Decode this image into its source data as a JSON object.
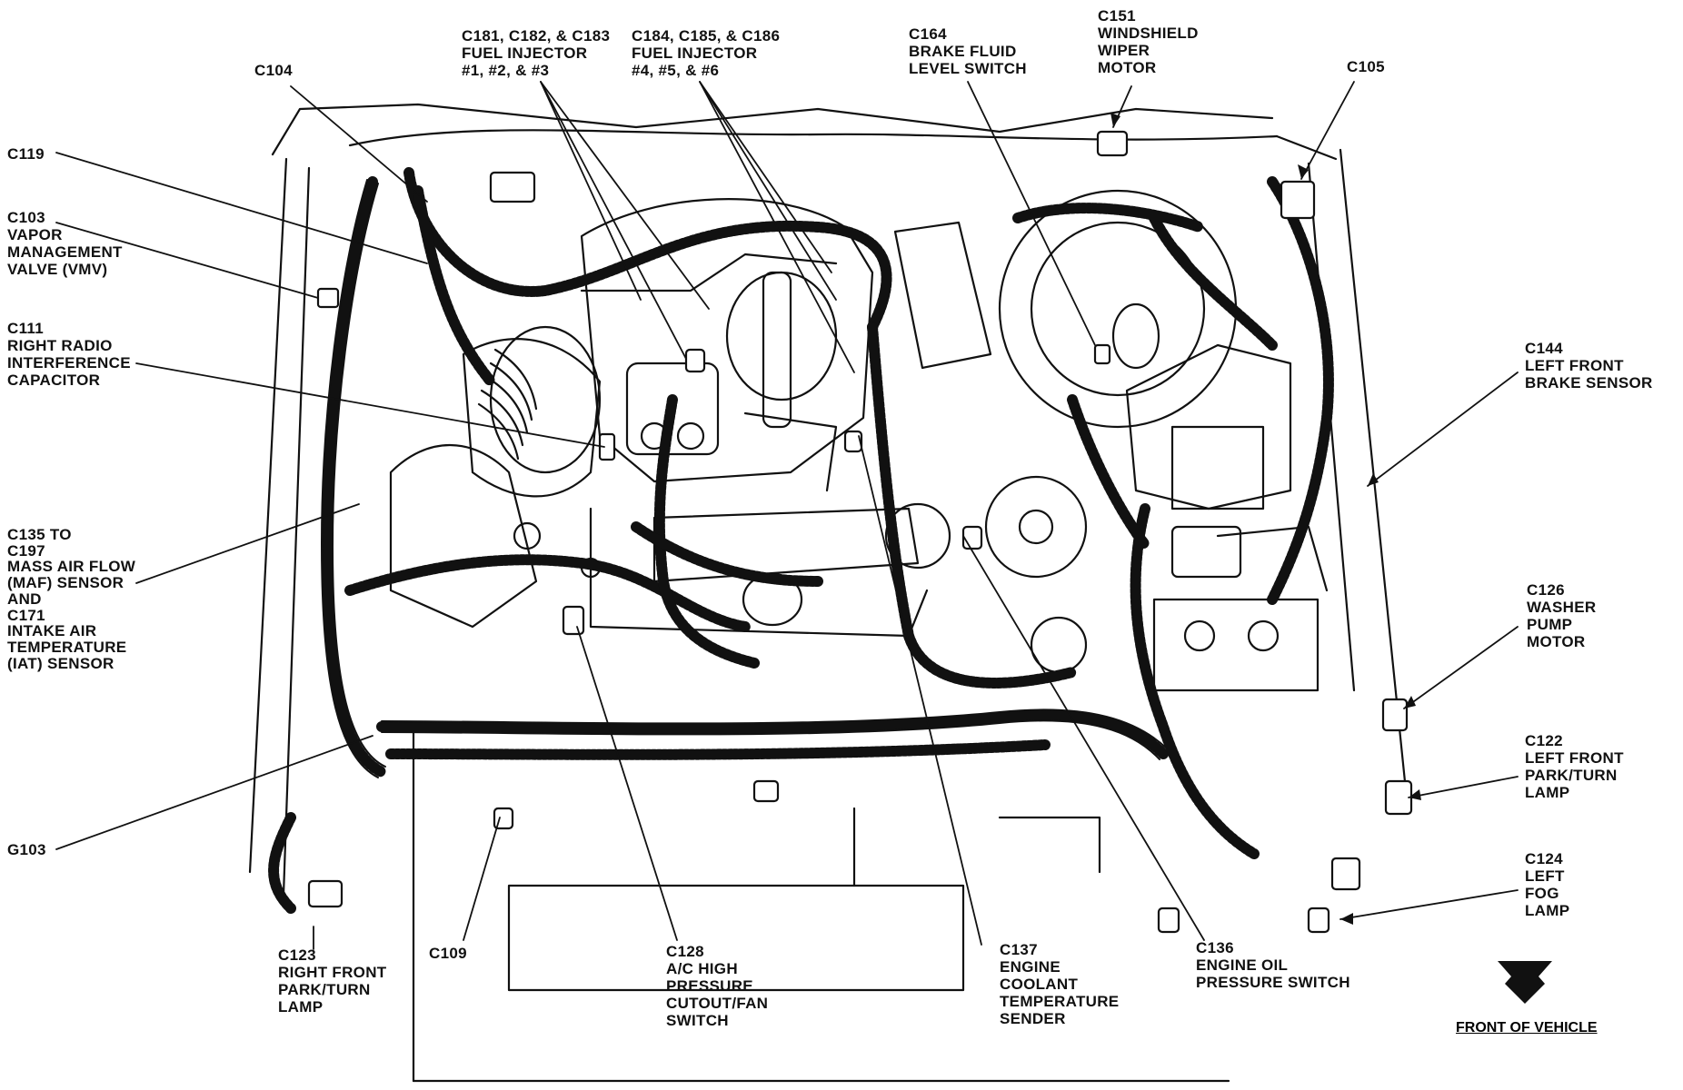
{
  "callouts": {
    "c104": [
      "C104"
    ],
    "c181": [
      "C181, C182, & C183",
      "FUEL INJECTOR",
      "#1, #2, & #3"
    ],
    "c184": [
      "C184, C185, & C186",
      "FUEL INJECTOR",
      "#4, #5, & #6"
    ],
    "c164": [
      "C164",
      "BRAKE FLUID",
      "LEVEL SWITCH"
    ],
    "c151": [
      "C151",
      "WINDSHIELD",
      "WIPER",
      "MOTOR"
    ],
    "c105": [
      "C105"
    ],
    "c119": [
      "C119"
    ],
    "c103": [
      "C103",
      "VAPOR",
      "MANAGEMENT",
      "VALVE (VMV)"
    ],
    "c111": [
      "C111",
      "RIGHT RADIO",
      "INTERFERENCE",
      "CAPACITOR"
    ],
    "c144": [
      "C144",
      "LEFT FRONT",
      "BRAKE SENSOR"
    ],
    "c135": [
      "C135 TO",
      "C197",
      "MASS AIR FLOW",
      "(MAF) SENSOR",
      "AND",
      "C171",
      "INTAKE AIR",
      "TEMPERATURE",
      "(IAT) SENSOR"
    ],
    "c126": [
      "C126",
      "WASHER",
      "PUMP",
      "MOTOR"
    ],
    "c122": [
      "C122",
      "LEFT FRONT",
      "PARK/TURN",
      "LAMP"
    ],
    "g103": [
      "G103"
    ],
    "c124": [
      "C124",
      "LEFT",
      "FOG",
      "LAMP"
    ],
    "c123": [
      "C123",
      "RIGHT FRONT",
      "PARK/TURN",
      "LAMP"
    ],
    "c109": [
      "C109"
    ],
    "c128": [
      "C128",
      "A/C HIGH",
      "PRESSURE",
      "CUTOUT/FAN",
      "SWITCH"
    ],
    "c137": [
      "C137",
      "ENGINE",
      "COOLANT",
      "TEMPERATURE",
      "SENDER"
    ],
    "c136": [
      "C136",
      "ENGINE OIL",
      "PRESSURE SWITCH"
    ]
  },
  "front_label": "FRONT OF VEHICLE",
  "colors": {
    "ink": "#111111",
    "paper": "#ffffff"
  }
}
